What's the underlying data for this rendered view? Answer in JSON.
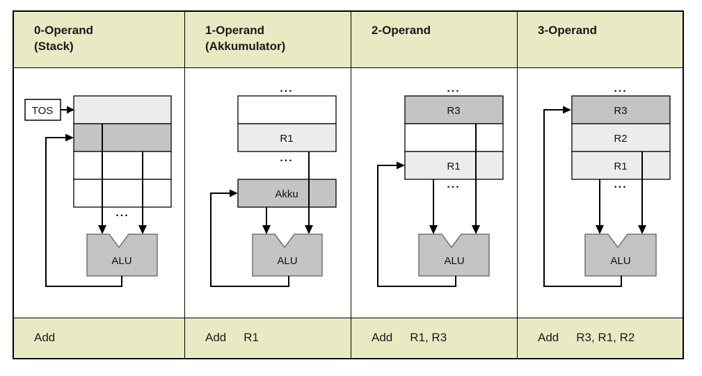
{
  "colors": {
    "band_background": "#e9e9c4",
    "cell_light_gray": "#ececec",
    "cell_dark_gray": "#c4c4c4",
    "alu_fill": "#c4c4c4",
    "line_black": "#000000"
  },
  "columns": [
    {
      "header_line1": "0-Operand",
      "header_line2": "(Stack)",
      "tos_label": "TOS",
      "dots_bottom": "...",
      "alu_label": "ALU",
      "instruction_verb": "Add",
      "instruction_operands": ""
    },
    {
      "header_line1": "1-Operand",
      "header_line2": "(Akkumulator)",
      "dots_top": "...",
      "cell_r1": "R1",
      "dots_mid": "...",
      "akku_label": "Akku",
      "alu_label": "ALU",
      "instruction_verb": "Add",
      "instruction_operands": "R1"
    },
    {
      "header_line1": "2-Operand",
      "header_line2": "",
      "dots_top": "...",
      "cell_top": "R3",
      "cell_bottom": "R1",
      "dots_mid": "...",
      "alu_label": "ALU",
      "instruction_verb": "Add",
      "instruction_operands": "R1, R3"
    },
    {
      "header_line1": "3-Operand",
      "header_line2": "",
      "dots_top": "...",
      "cell_top": "R3",
      "cell_mid": "R2",
      "cell_bottom": "R1",
      "dots_mid": "...",
      "alu_label": "ALU",
      "instruction_verb": "Add",
      "instruction_operands": "R3, R1, R2"
    }
  ]
}
